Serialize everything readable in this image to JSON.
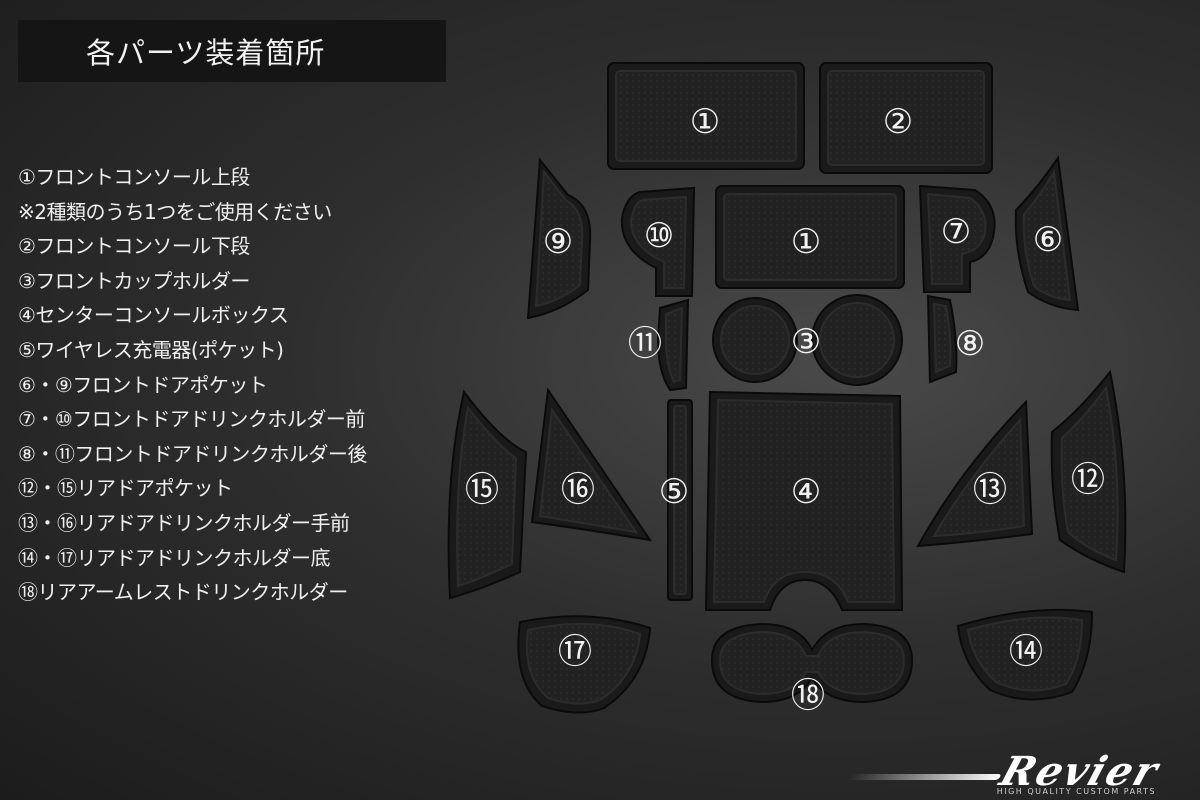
{
  "title": "各パーツ装着箇所",
  "legend": [
    "①フロントコンソール上段",
    "※2種類のうち1つをご使用ください",
    "②フロントコンソール下段",
    "③フロントカップホルダー",
    "④センターコンソールボックス",
    "⑤ワイヤレス充電器(ポケット)",
    "⑥・⑨フロントドアポケット",
    "⑦・⑩フロントドアドリンクホルダー前",
    "⑧・⑪フロントドアドリンクホルダー後",
    "⑫・⑮リアドアポケット",
    "⑬・⑯リアドアドリンクホルダー手前",
    "⑭・⑰リアドアドリンクホルダー底",
    "⑱リアアームレストドリンクホルダー"
  ],
  "numbers": {
    "n1a": "①",
    "n2": "②",
    "n9": "⑨",
    "n10": "⑩",
    "n1b": "①",
    "n7": "⑦",
    "n6": "⑥",
    "n11": "⑪",
    "n3": "③",
    "n8": "⑧",
    "n15": "⑮",
    "n16": "⑯",
    "n5": "⑤",
    "n4": "④",
    "n13": "⑬",
    "n12": "⑫",
    "n17": "⑰",
    "n18": "⑱",
    "n14": "⑭"
  },
  "logo": {
    "brand": "Revier",
    "tagline": "HIGH QUALITY CUSTOM PARTS"
  }
}
